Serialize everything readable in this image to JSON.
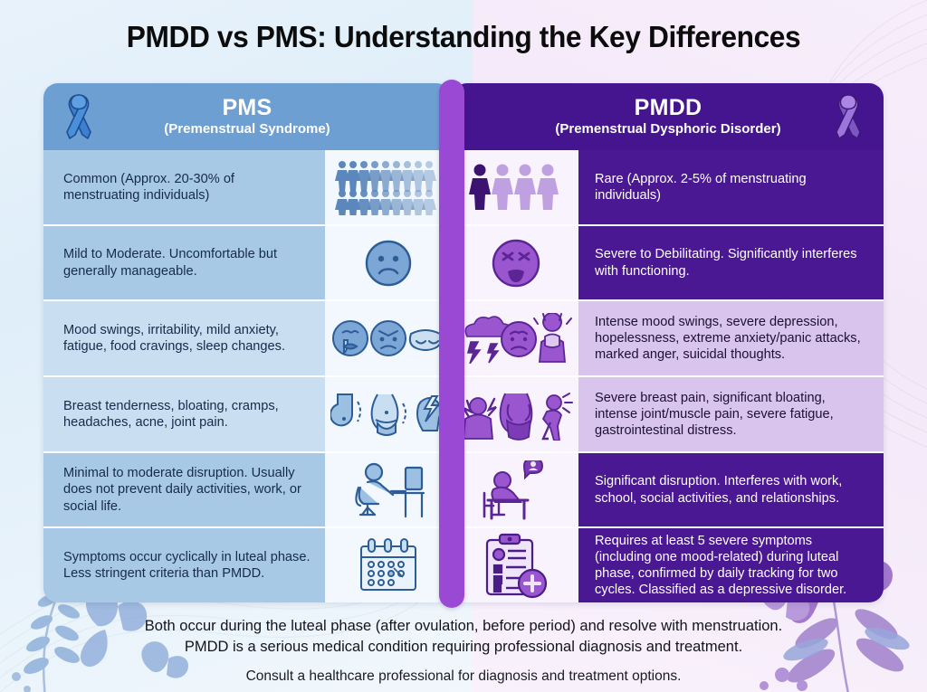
{
  "title": "PMDD vs PMS: Understanding the Key Differences",
  "colors": {
    "pms_header_bg": "#6d9fd3",
    "pms_row_dark": "#a7c9e6",
    "pms_row_light": "#c9dff1",
    "pms_icon_bg": "#f2f8fd",
    "pms_text": "#152b49",
    "pms_accent": "#2f6fc0",
    "pmdd_header_bg": "#44158e",
    "pmdd_row_dark": "#4a1892",
    "pmdd_row_light": "#d9c4ee",
    "pmdd_icon_bg": "#f8f3fc",
    "pmdd_accent": "#8b4fc9",
    "divider": "#9a49d4",
    "title_text": "#0c0c0c"
  },
  "pms": {
    "ribbon_icon": "awareness-ribbon-icon",
    "title": "PMS",
    "subtitle": "(Premenstrual Syndrome)",
    "rows": [
      {
        "text": "Common (Approx. 20-30% of menstruating individuals)",
        "icon": "people-group-icon",
        "shade": "a"
      },
      {
        "text": "Mild to Moderate. Uncomfortable but generally manageable.",
        "icon": "slightly-frowning-face-icon",
        "shade": "a"
      },
      {
        "text": "Mood swings, irritability, mild anxiety, fatigue, food cravings, sleep changes.",
        "icon": "crying-angry-sleepmask-icon",
        "shade": "b"
      },
      {
        "text": "Breast tenderness, bloating, cramps, headaches, acne, joint pain.",
        "icon": "breast-bloating-headache-icon",
        "shade": "b"
      },
      {
        "text": "Minimal to moderate disruption. Usually does not prevent daily activities, work, or social life.",
        "icon": "person-at-desk-icon",
        "shade": "a"
      },
      {
        "text": "Symptoms occur cyclically in luteal phase. Less stringent criteria than PMDD.",
        "icon": "calendar-icon",
        "shade": "a"
      }
    ]
  },
  "pmdd": {
    "ribbon_icon": "awareness-ribbon-icon",
    "title": "PMDD",
    "subtitle": "(Premenstrual Dysphoric Disorder)",
    "rows": [
      {
        "text": "Rare (Approx. 2-5% of menstruating individuals)",
        "icon": "four-people-one-highlighted-icon",
        "shade": "a"
      },
      {
        "text": "Severe to Debilitating. Significantly interferes with functioning.",
        "icon": "anguished-face-icon",
        "shade": "a"
      },
      {
        "text": "Intense mood swings, severe depression, hopelessness, extreme anxiety/panic attacks, marked anger, suicidal thoughts.",
        "icon": "storm-cloud-sad-face-panic-icon",
        "shade": "b"
      },
      {
        "text": "Severe breast pain, significant bloating, intense joint/muscle pain, severe fatigue, gastrointestinal distress.",
        "icon": "headache-bloating-bodypain-icon",
        "shade": "b"
      },
      {
        "text": "Significant disruption. Interferes with work, school, social activities, and relationships.",
        "icon": "person-slumped-at-desk-icon",
        "shade": "a"
      },
      {
        "text": "Requires at least 5 severe symptoms (including one mood-related) during luteal phase, confirmed by daily tracking for two cycles. Classified as a depressive disorder.",
        "icon": "medical-clipboard-icon",
        "shade": "a"
      }
    ]
  },
  "footer": {
    "line1": "Both occur during the luteal phase (after ovulation, before period) and resolve with menstruation.",
    "line2": "PMDD is a serious medical condition requiring professional diagnosis and treatment.",
    "note": "Consult a healthcare professional for diagnosis and treatment options."
  }
}
